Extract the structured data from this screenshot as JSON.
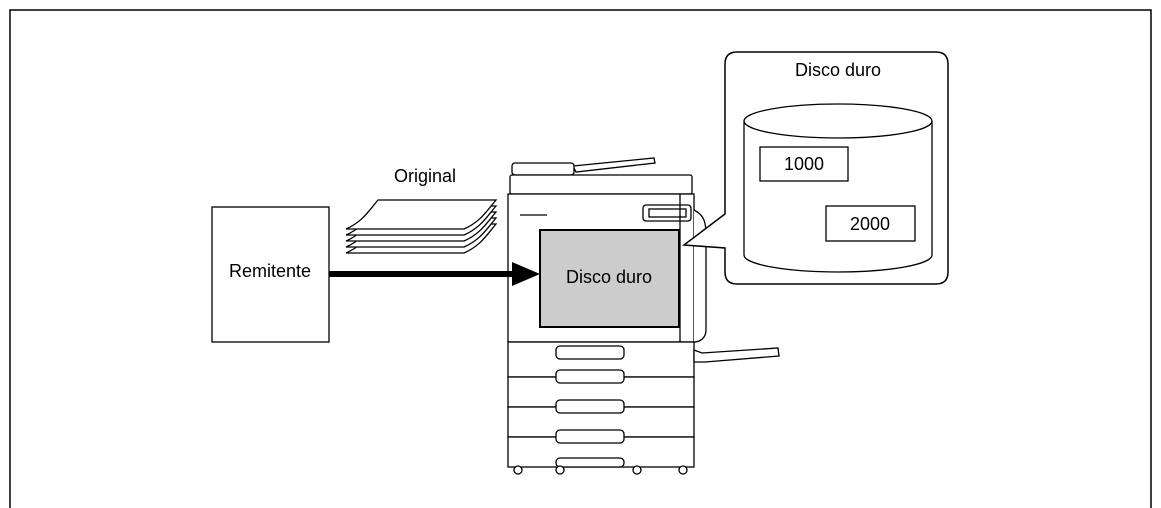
{
  "labels": {
    "sender": "Remitente",
    "original": "Original",
    "machine_hdd": "Disco duro",
    "callout_title": "Disco duro",
    "box_1": "1000",
    "box_2": "2000"
  },
  "colors": {
    "line": "#000000",
    "hdd_panel_fill": "#cccccc",
    "background": "#ffffff"
  }
}
